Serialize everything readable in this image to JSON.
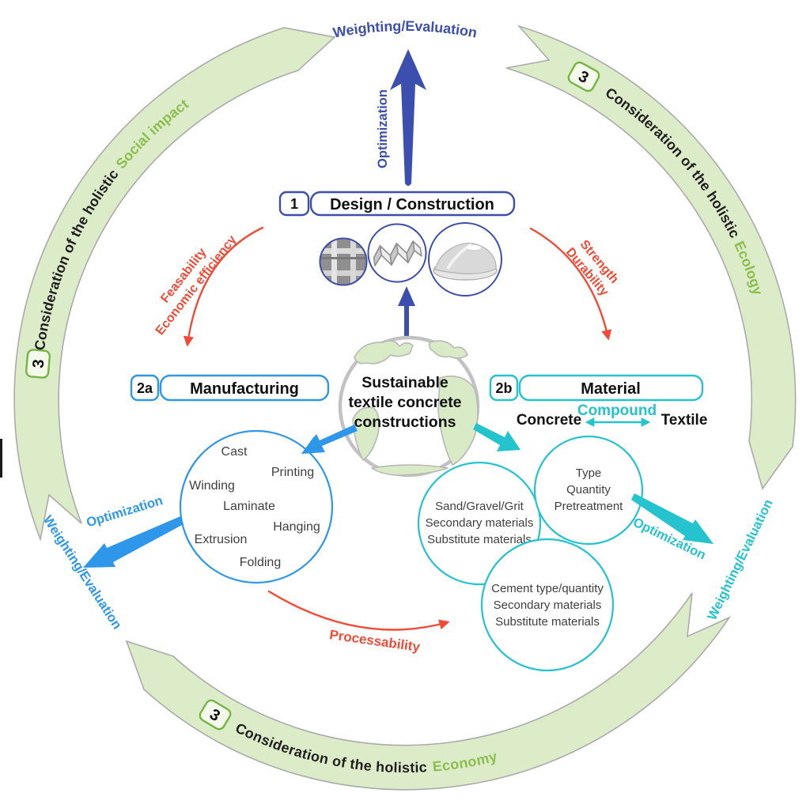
{
  "diagram_title": {
    "lines": [
      "Sustainable",
      "textile concrete",
      "constructions"
    ]
  },
  "ring": {
    "social": {
      "number": "3",
      "prefix": "Consideration of the holistic",
      "highlight": "Social impact"
    },
    "ecology": {
      "number": "3",
      "prefix": "Consideration of the holistic",
      "highlight": "Ecology"
    },
    "economy": {
      "number": "3",
      "prefix": "Consideration of the holistic",
      "highlight": "Economy"
    }
  },
  "outer_labels": {
    "weighting_top": "Weighting/Evaluation",
    "weighting_bottom_left": "Weighting/Evaluation",
    "weighting_bottom_right": "Weighting/Evaluation"
  },
  "arrows": {
    "optimization_top": "Optimization",
    "optimization_left": "Optimization",
    "optimization_right": "Optimization",
    "processability": "Processability",
    "feasability": [
      "Feasability",
      "Economic efficiency"
    ],
    "strength": [
      "Strength",
      "Durability"
    ]
  },
  "steps": {
    "design": {
      "number": "1",
      "label": "Design / Construction"
    },
    "manufacturing": {
      "number": "2a",
      "label": "Manufacturing"
    },
    "material": {
      "number": "2b",
      "label": "Material"
    }
  },
  "material_row": {
    "left": "Concrete",
    "center": "Compound",
    "right": "Textile"
  },
  "manufacturing_methods": [
    "Cast",
    "Printing",
    "Winding",
    "Laminate",
    "Hanging",
    "Extrusion",
    "Folding"
  ],
  "material_circles": {
    "textile": [
      "Type",
      "Quantity",
      "Pretreatment"
    ],
    "aggregates": [
      "Sand/Gravel/Grit",
      "Secondary materials",
      "Substitute materials"
    ],
    "cement": [
      "Cement type/quantity",
      "Secondary materials",
      "Substitute materials"
    ]
  },
  "colors": {
    "ring_band": "#dcebc8",
    "ring_green": "#8cbe4e",
    "dark_blue": "#3c4fae",
    "light_blue": "#2e97e9",
    "cyan": "#25c3ce",
    "red": "#f14b38"
  }
}
